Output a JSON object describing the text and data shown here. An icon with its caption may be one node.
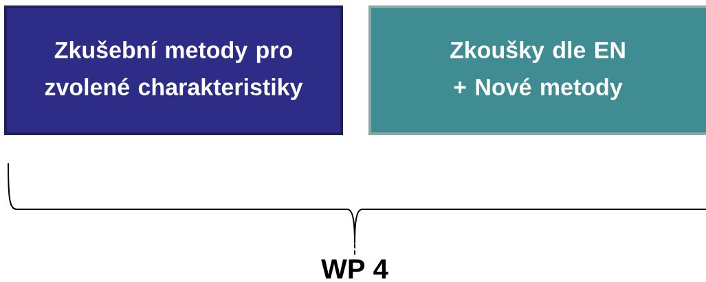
{
  "diagram": {
    "nodes": [
      {
        "text": [
          "Zkušební metody pro zvolené charakteristiky"
        ]
      },
      {
        "text": [
          "Zkoušky dle EN + Nové metody"
        ]
      }
    ],
    "labels": [
      "WP 4"
    ]
  }
}
